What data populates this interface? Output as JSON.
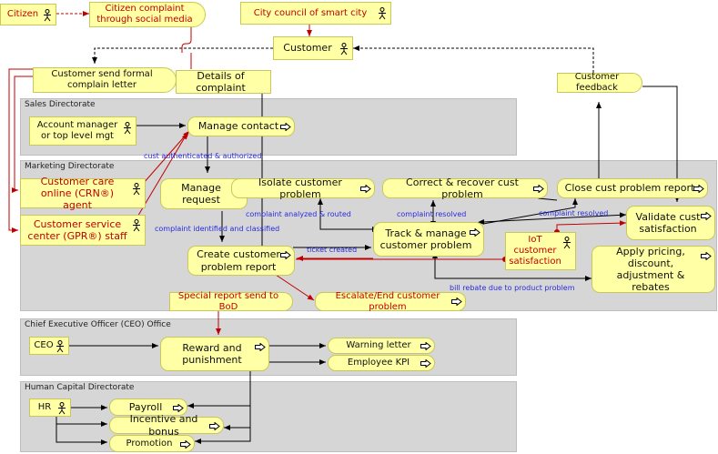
{
  "lanes": {
    "sales": "Sales Directorate",
    "marketing": "Marketing Directorate",
    "ceo": "Chief Executive Officer (CEO) Office",
    "hc": "Human Capital Directorate"
  },
  "nodes": {
    "citizen": "Citizen",
    "complaint_social": "Citizen complaint through social media",
    "city_council": "City council of smart city",
    "customer": "Customer",
    "formal_letter": "Customer send formal complain letter",
    "details": "Details of complaint",
    "feedback": "Customer feedback",
    "account_manager": "Account manager or top level mgt",
    "manage_contact": "Manage contact",
    "crn": "Customer care online (CRN®) agent",
    "gpr": "Customer service center (GPR®) staff",
    "manage_request": "Manage request",
    "isolate": "Isolate customer problem",
    "correct": "Correct & recover cust problem",
    "close": "Close cust problem report",
    "validate": "Validate cust satisfaction",
    "track": "Track & manage customer problem",
    "iot": "IoT customer satisfaction",
    "apply": "Apply pricing, discount, adjustment & rebates",
    "create_report": "Create customer problem report",
    "escalate": "Escalate/End customer problem",
    "special": "Special report send to BoD",
    "ceo_actor": "CEO",
    "reward": "Reward and punishment",
    "warning": "Warning letter",
    "kpi": "Employee KPI",
    "hr": "HR",
    "payroll": "Payroll",
    "incentive": "Incentive and bonus",
    "promotion": "Promotion"
  },
  "labels": {
    "cust_auth": "cust authenticated & authorized",
    "identified": "complaint identified and classified",
    "analyzed": "complaint analyzed & routed",
    "resolved1": "complaint resolved",
    "resolved2": "complaint resolved",
    "ticket": "ticket created",
    "bill": "bill rebate due to product problem"
  },
  "colors": {
    "fill": "#ffffa5",
    "lane": "#d6d6d6",
    "red": "#c00000",
    "blue": "#2a2ae0"
  }
}
